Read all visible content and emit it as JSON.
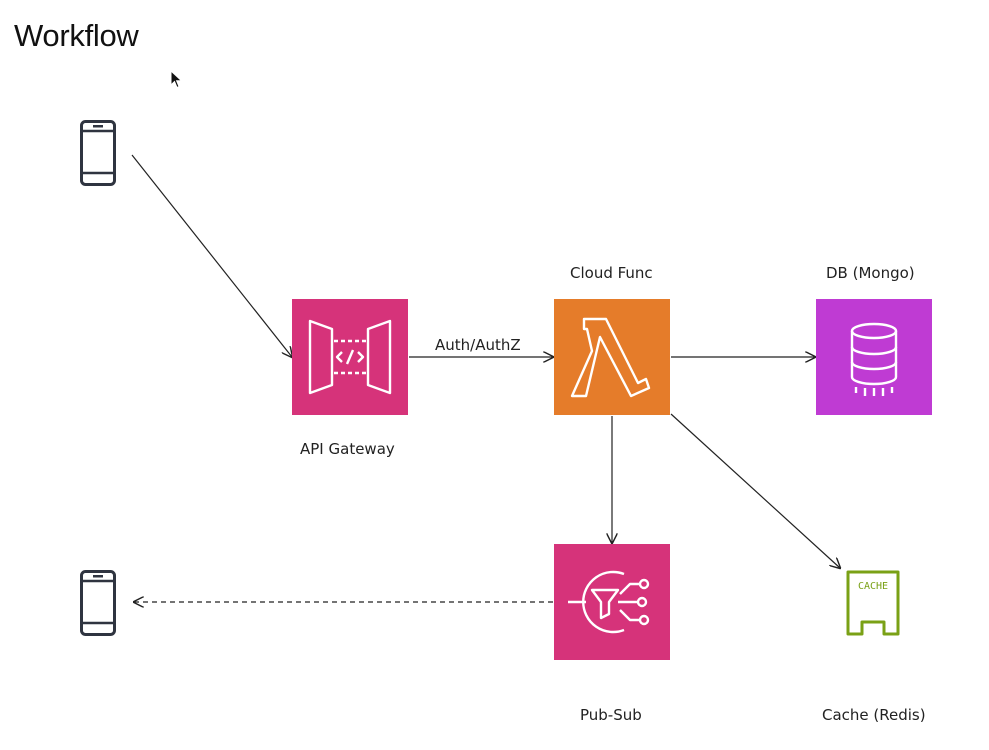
{
  "title": "Workflow",
  "nodes": {
    "api_gateway": {
      "label": "API Gateway",
      "color": "#d6337a",
      "icon": "api-gateway-icon"
    },
    "cloud_func": {
      "label": "Cloud Func",
      "color": "#e57c2a",
      "icon": "lambda-icon"
    },
    "db": {
      "label": "DB (Mongo)",
      "color": "#bf3bd3",
      "icon": "database-icon"
    },
    "pubsub": {
      "label": "Pub-Sub",
      "color": "#d6337a",
      "icon": "pubsub-icon"
    },
    "cache": {
      "label": "Cache (Redis)",
      "color": "#7aa116",
      "icon": "cache-icon",
      "icon_text": "CACHE"
    },
    "client_top": {
      "icon": "mobile-phone-icon"
    },
    "client_bottom": {
      "icon": "mobile-phone-icon"
    }
  },
  "edges": [
    {
      "from": "client_top",
      "to": "api_gateway",
      "label": "",
      "style": "solid"
    },
    {
      "from": "api_gateway",
      "to": "cloud_func",
      "label": "Auth/AuthZ",
      "style": "solid"
    },
    {
      "from": "cloud_func",
      "to": "db",
      "label": "",
      "style": "solid"
    },
    {
      "from": "cloud_func",
      "to": "pubsub",
      "label": "",
      "style": "solid"
    },
    {
      "from": "cloud_func",
      "to": "cache",
      "label": "",
      "style": "solid"
    },
    {
      "from": "pubsub",
      "to": "client_bottom",
      "label": "",
      "style": "dashed"
    }
  ]
}
